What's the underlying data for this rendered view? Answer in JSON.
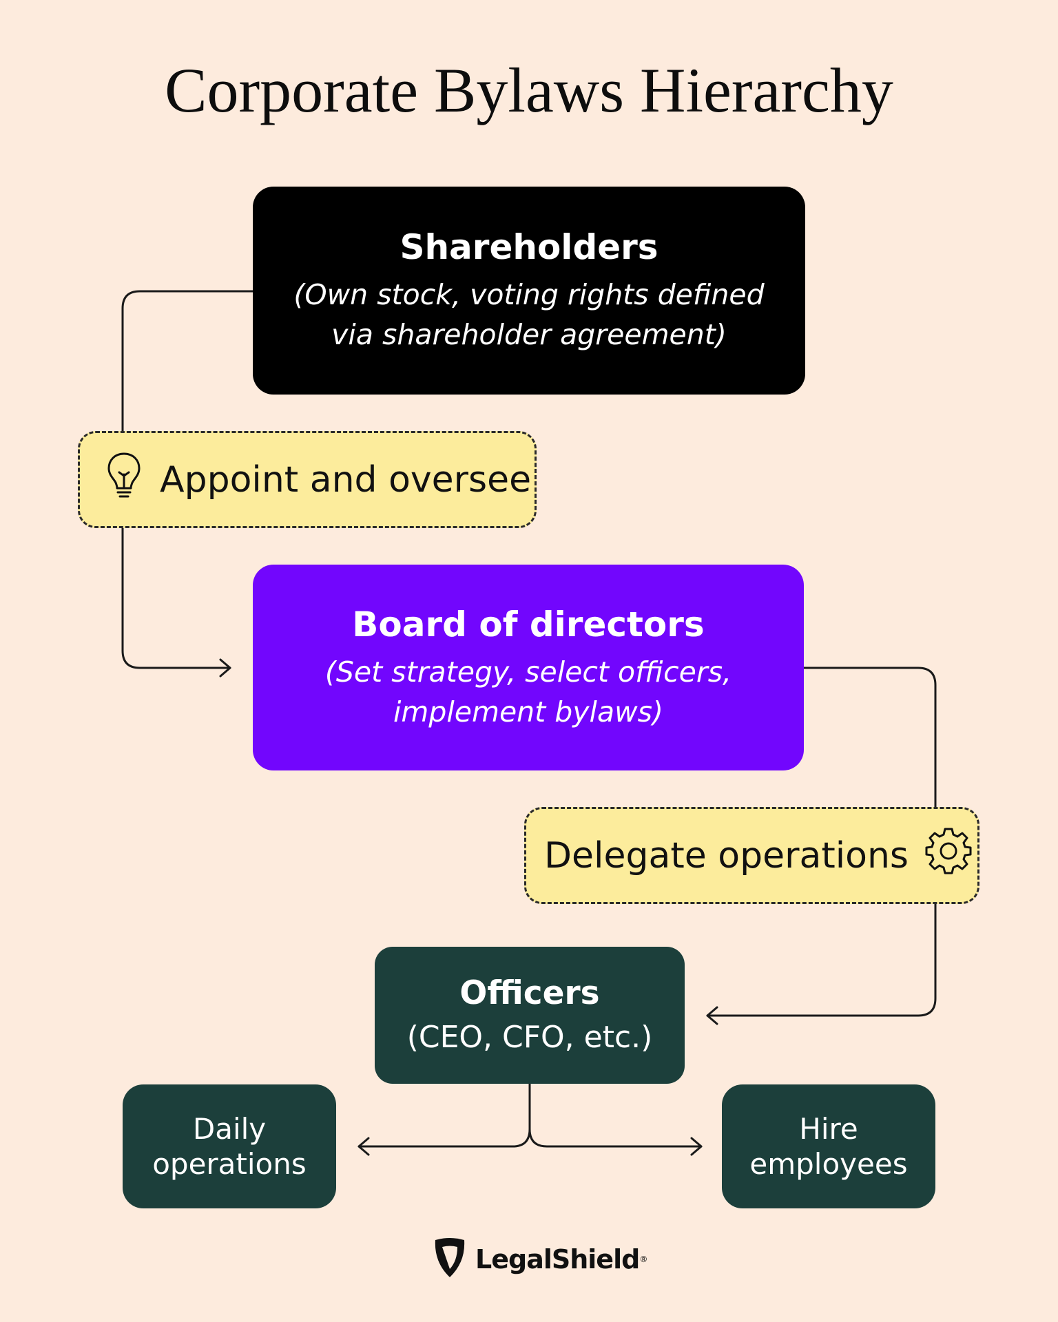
{
  "title": "Corporate Bylaws Hierarchy",
  "nodes": {
    "shareholders": {
      "head": "Shareholders",
      "sub": "(Own stock, voting rights defined via shareholder agreement)"
    },
    "board": {
      "head": "Board of directors",
      "sub": "(Set strategy, select officers, implement bylaws)"
    },
    "officers": {
      "head": "Officers",
      "sub": "(CEO, CFO, etc.)"
    },
    "daily": "Daily operations",
    "hire": "Hire employees"
  },
  "relations": {
    "appoint": {
      "label": "Appoint and oversee",
      "icon": "lightbulb-icon"
    },
    "delegate": {
      "label": "Delegate operations",
      "icon": "gear-icon"
    }
  },
  "logo": {
    "name": "LegalShield",
    "mark": "®"
  },
  "colors": {
    "background": "#fdebdd",
    "shareholders": "#000000",
    "board": "#7206fd",
    "officers": "#1c3f3b",
    "pill": "#fcec9c"
  }
}
